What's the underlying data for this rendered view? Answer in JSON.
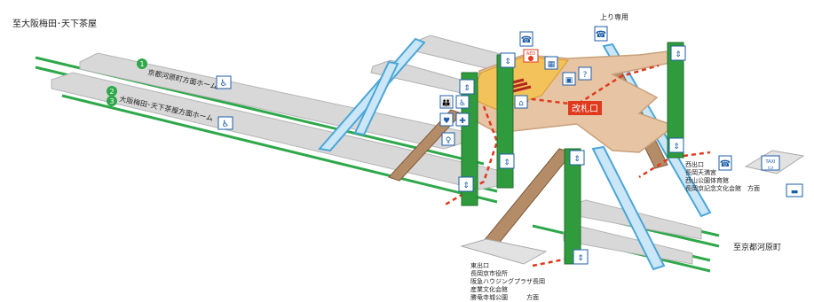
{
  "labels": {
    "top_left_direction": "至大阪梅田･天下茶屋",
    "platform_kyoto": "京都河原町方面ホーム",
    "platform_osaka": "大阪梅田･天下茶屋方面ホーム",
    "up_only": "上り専用",
    "ticket_gate": "改札口",
    "aed": "AED",
    "taxi": "TAXI",
    "to_kawaramachi": "至京都河原町",
    "platform_number_1": "1",
    "platform_number_2": "2",
    "platform_number_3": "3"
  },
  "west_exit": {
    "title": "西出口",
    "lines": [
      "長岡天満宮",
      "西山公園体育館",
      "長岡京記念文化会館　方面"
    ]
  },
  "east_exit": {
    "title": "東出口",
    "lines": [
      "長岡京市役所",
      "阪急ハウジングプラザ長岡",
      "産業文化会館",
      "勝竜寺城公園　　　方面"
    ]
  },
  "colors": {
    "track_green": "#2ea84a",
    "platform_gray": "#d8d8d8",
    "concourse_tan": "#e6c4a4",
    "concourse_border": "#c9a07a",
    "gate_orange": "#f3c25a",
    "stairs_brown": "#9c7656",
    "escalator_blue": "#4aa6d8",
    "elevator_green": "#2f9b3d",
    "route_red": "#e03a1e",
    "icon_blue": "#1d5ea8"
  }
}
